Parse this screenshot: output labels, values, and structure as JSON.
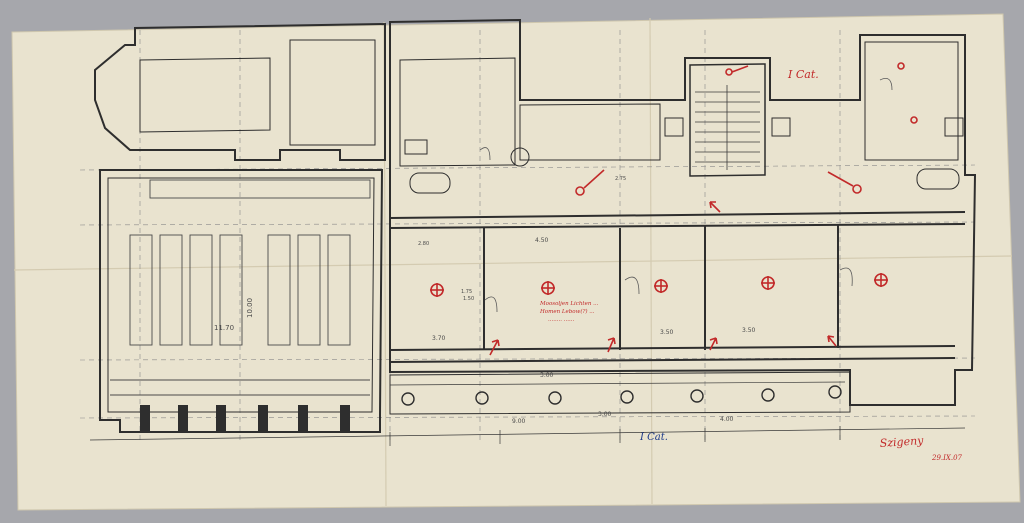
{
  "annotations": {
    "top_right_label": "I Cat.",
    "bottom_label": "I Cat.",
    "center_note_line1": "Moosoljen Lichten ...",
    "center_note_line2": "Homen Lebow(?) ...",
    "center_note_line3": "........ ......"
  },
  "signature": {
    "name": "Szigeny",
    "date": "29.IX.07"
  },
  "dimensions": {
    "main_hall_width": "11.70",
    "main_hall_depth": "10.00",
    "room_a": "3.70",
    "room_b": "3.50",
    "room_c": "4.50",
    "room_d": "3.50",
    "span_1": "3.00",
    "span_2": "4.00",
    "small_1": "1.75",
    "small_2": "2.75",
    "small_3": "1.50",
    "room_h1": "2.80",
    "room_h2": "3.00",
    "bottom_total": "9.00"
  },
  "colors": {
    "paper": "#e9e3cf",
    "paper_shade": "#ded6bd",
    "ink": "#2e2e2e",
    "red": "#c22a2a",
    "background": "#a6a7ac"
  }
}
